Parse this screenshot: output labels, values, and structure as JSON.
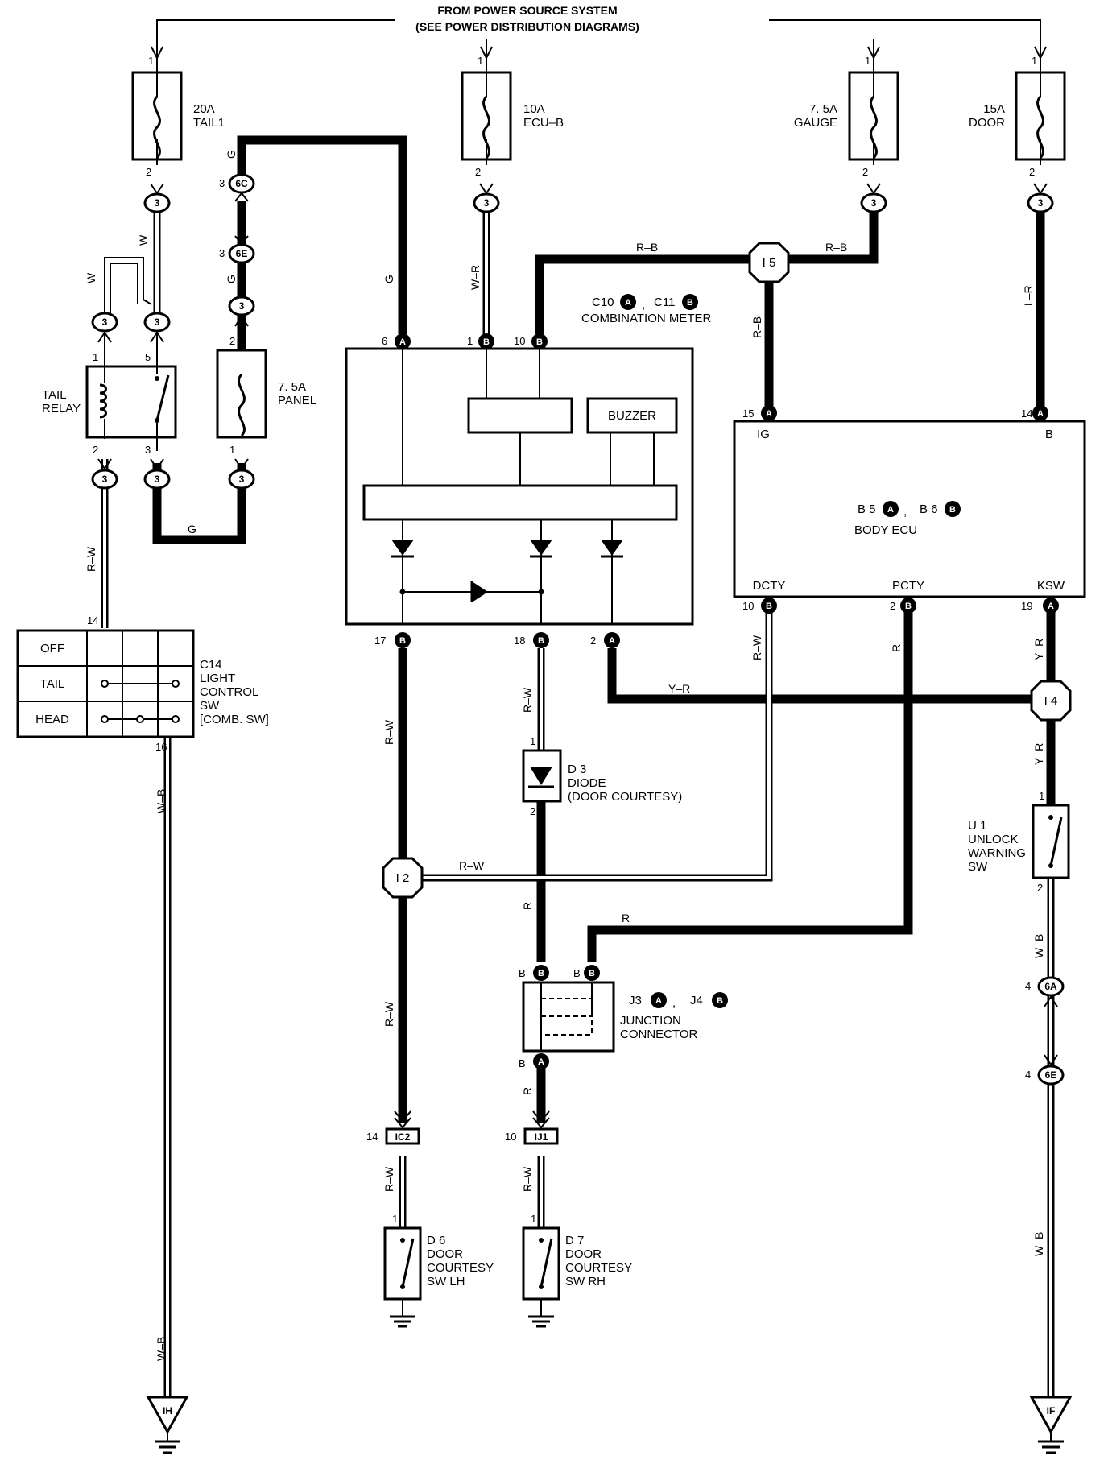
{
  "header": {
    "line1": "FROM POWER SOURCE SYSTEM",
    "line2": "(SEE POWER DISTRIBUTION DIAGRAMS)"
  },
  "fuses": {
    "tail": {
      "amp": "20A",
      "name": "TAIL1"
    },
    "ecu": {
      "amp": "10A",
      "name": "ECU–B"
    },
    "gauge": {
      "amp": "7. 5A",
      "name": "GAUGE"
    },
    "door": {
      "amp": "15A",
      "name": "DOOR"
    },
    "panel": {
      "amp": "7. 5A",
      "name": "PANEL"
    }
  },
  "relay": {
    "line1": "TAIL",
    "line2": "RELAY"
  },
  "meter": {
    "c10": "C10",
    "c11": "C11",
    "name": "COMBINATION METER",
    "buzzer": "BUZZER"
  },
  "body_ecu": {
    "b5": "B 5",
    "b6": "B 6",
    "name": "BODY ECU",
    "ig": "IG",
    "b": "B",
    "dcty": "DCTY",
    "pcty": "PCTY",
    "ksw": "KSW"
  },
  "light_sw": {
    "rows": [
      "OFF",
      "TAIL",
      "HEAD"
    ],
    "code": "C14",
    "line1": "LIGHT",
    "line2": "CONTROL",
    "line3": "SW",
    "line4": "[COMB. SW]"
  },
  "diode": {
    "code": "D 3",
    "name": "DIODE",
    "sub": "(DOOR COURTESY)"
  },
  "junction": {
    "j3": "J3",
    "j4": "J4",
    "line1": "JUNCTION",
    "line2": "CONNECTOR"
  },
  "unlock_sw": {
    "code": "U 1",
    "line1": "UNLOCK",
    "line2": "WARNING",
    "line3": "SW"
  },
  "door_lh": {
    "code": "D 6",
    "line1": "DOOR",
    "line2": "COURTESY",
    "line3": "SW LH"
  },
  "door_rh": {
    "code": "D 7",
    "line1": "DOOR",
    "line2": "COURTESY",
    "line3": "SW RH"
  },
  "junctions": {
    "i5": "I 5",
    "i4": "I 4",
    "i2": "I 2"
  },
  "grounds": {
    "ih": "IH",
    "if": "IF"
  },
  "in_line": {
    "ic2": "IC2",
    "ij1": "IJ1"
  },
  "connectors": {
    "c3": "3",
    "c6c": "6C",
    "c6e": "6E",
    "c6a": "6A",
    "A": "A",
    "B": "B"
  },
  "pins": {
    "p1": "1",
    "p2": "2",
    "p3": "3",
    "p4": "4",
    "p5": "5",
    "p6": "6",
    "p10": "10",
    "p14": "14",
    "p15": "15",
    "p16": "16",
    "p17": "17",
    "p18": "18",
    "p19": "19",
    "pA": "A",
    "pB": "B"
  },
  "wires": {
    "G": "G",
    "W": "W",
    "WR": "W–R",
    "RB": "R–B",
    "LR": "L–R",
    "RW": "R–W",
    "YR": "Y–R",
    "R": "R",
    "WB": "W–B"
  }
}
